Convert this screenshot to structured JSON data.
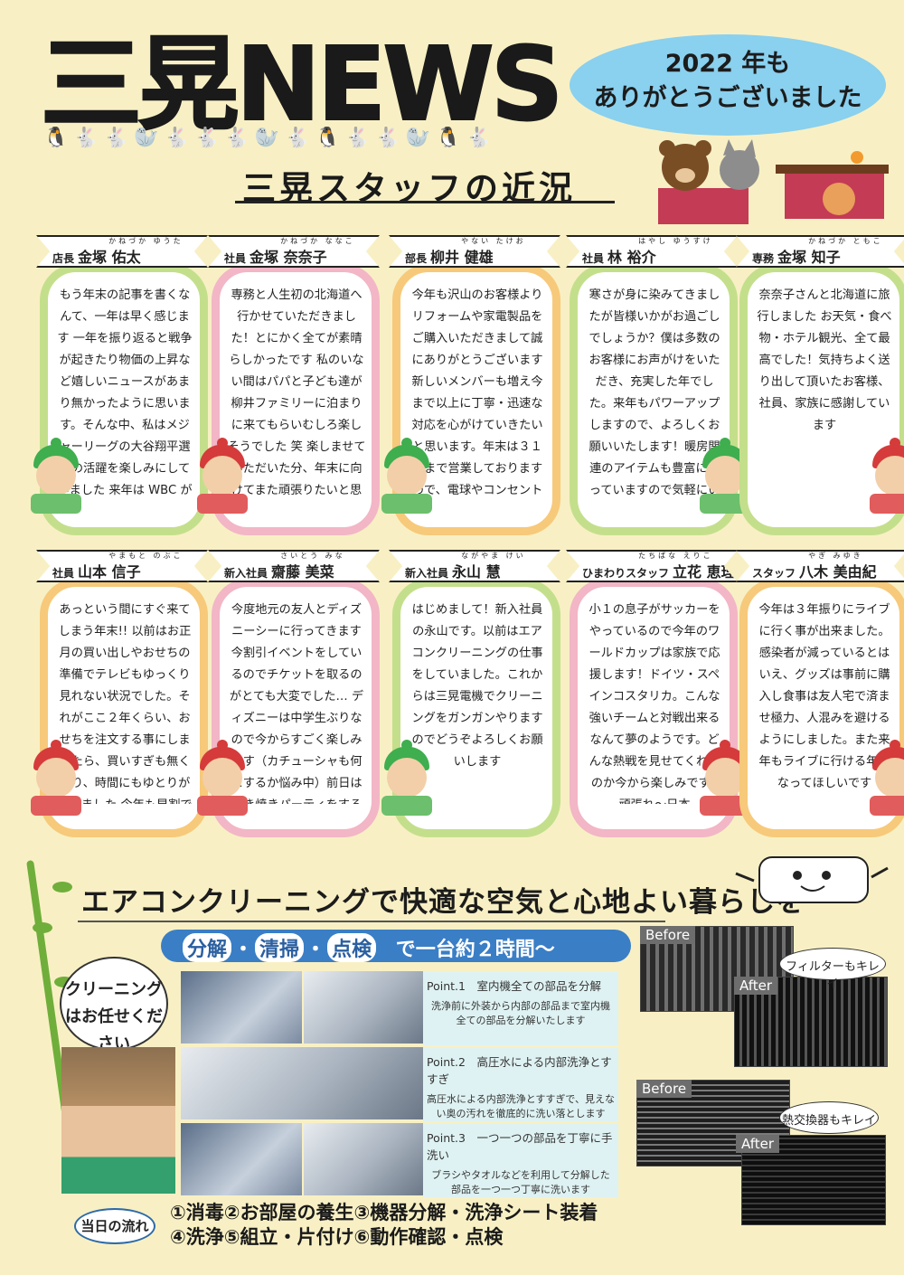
{
  "header": {
    "title": "三晃NEWS",
    "greeting_line1": "2022 年も",
    "greeting_line2": "ありがとうございました",
    "subtitle": "三晃スタッフの近況"
  },
  "staff": [
    {
      "role": "店長",
      "name": "金塚 佑太",
      "ruby": "かねづか ゆうた",
      "message": "もう年末の記事を書くなんて、一年は早く感じます 一年を振り返ると戦争が起きたり物価の上昇など嬉しいニュースがあまり無かったように思います。そんな中、私はメジャーリーグの大谷翔平選手の活躍を楽しみにしていました 来年は WBC があるので応援したいです！"
    },
    {
      "role": "社員",
      "name": "金塚 奈奈子",
      "ruby": "かねづか ななこ",
      "message": "専務と人生初の北海道へ行かせていただきました！とにかく全てが素晴らしかったです 私のいない間はパパと子ども達が柳井ファミリーに泊まりに来てもらいむしろ楽しそうでした 笑 楽しませていただいた分、年末に向けてまた頑張りたいと思います！"
    },
    {
      "role": "部長",
      "name": "柳井 健雄",
      "ruby": "やない たけお",
      "message": "今年も沢山のお客様よりリフォームや家電製品をご購入いただきまして誠にありがとうございます 新しいメンバーも増え今まで以上に丁寧・迅速な対応を心がけていきたいと思います。年末は３１日まで営業しておりますので、電球やコンセント交換など、なんでもご相談ください。宜しくお願い致します。"
    },
    {
      "role": "社員",
      "name": "林 裕介",
      "ruby": "はやし ゆうすけ",
      "message": "寒さが身に染みてきましたが皆様いかがお過ごしでしょうか？僕は多数のお客様にお声がけをいただき、充実した年でした。来年もパワーアップしますので、よろしくお願いいたします！暖房関連のアイテムも豊富に揃っていますので気軽にいらして下さい！"
    },
    {
      "role": "専務",
      "name": "金塚 知子",
      "ruby": "かねづか ともこ",
      "message": "奈奈子さんと北海道に旅行しました お天気・食べ物・ホテル観光、全て最高でした！気持ちよく送り出して頂いたお客様、社員、家族に感謝しています"
    },
    {
      "role": "社員",
      "name": "山本 信子",
      "ruby": "やまもと のぶこ",
      "message": "あっという間にすぐ来てしまう年末!! 以前はお正月の買い出しやおせちの準備でテレビもゆっくり見れない状況でした。それがここ２年くらい、おせちを注文する事にしましたら、買いすぎも無くなり、時間にもゆとりが出来ました 今年も早割で注文しました♪ 年末年始、ゆっくり過ごすつもりです"
    },
    {
      "role": "新入社員",
      "name": "齋藤 美菜",
      "ruby": "さいとう みな",
      "message": "今度地元の友人とディズニーシーに行ってきます 今割引イベントをしているのでチケットを取るのがとても大変でした… ディズニーは中学生ぶりなので今からすごく楽しみです（カチューシャも何にするか悩み中）前日はすき焼きパーティをする予定なのでオススメのすき焼きの素があれば教えてください"
    },
    {
      "role": "新入社員",
      "name": "永山 慧",
      "ruby": "ながやま けい",
      "message": "はじめまして！新入社員の永山です。以前はエアコンクリーニングの仕事をしていました。これからは三晃電機でクリーニングをガンガンやりますのでどうぞよろしくお願いします"
    },
    {
      "role": "ひまわりスタッフ",
      "name": "立花 恵理子",
      "ruby": "たちばな えりこ",
      "message": "小１の息子がサッカーをやっているので今年のワールドカップは家族で応援します！ドイツ・スペインコスタリカ。こんな強いチームと対戦出来るなんて夢のようです。どんな熱戦を見せてくれるのか今から楽しみです♪ 頑張れ〜日本"
    },
    {
      "role": "スタッフ",
      "name": "八木 美由紀",
      "ruby": "やぎ みゆき",
      "message": "今年は３年振りにライブに行く事が出来ました。感染者が減っているとはいえ、グッズは事前に購入し食事は友人宅で済ませ極力、人混みを避けるようにしました。また来年もライブに行ける年になってほしいです"
    }
  ],
  "aircon": {
    "headline": "エアコンクリーニングで快適な空気と心地よい暮らしを",
    "ribbon_items": [
      "分解",
      "清掃",
      "点検"
    ],
    "ribbon_tail": "で一台約２時間〜",
    "speech": "クリーニングはお任せください",
    "points": [
      {
        "title": "Point.1　室内機全ての部品を分解",
        "desc": "洗浄前に外装から内部の部品まで室内機全ての部品を分解いたします"
      },
      {
        "title": "Point.2　高圧水による内部洗浄とすすぎ",
        "desc": "高圧水による内部洗浄とすすぎで、見えない奥の汚れを徹底的に洗い落とします"
      },
      {
        "title": "Point.3　一つ一つの部品を丁寧に手洗い",
        "desc": "ブラシやタオルなどを利用して分解した部品を一つ一つ丁寧に洗います"
      }
    ],
    "before_label": "Before",
    "after_label": "After",
    "bubble_filter": "フィルターもキレイ",
    "bubble_heat": "熱交換器もキレイ",
    "flow_label": "当日の流れ",
    "flow_line1": "①消毒②お部屋の養生③機器分解・洗浄シート装着",
    "flow_line2": "④洗浄⑤組立・片付け⑥動作確認・点検"
  }
}
